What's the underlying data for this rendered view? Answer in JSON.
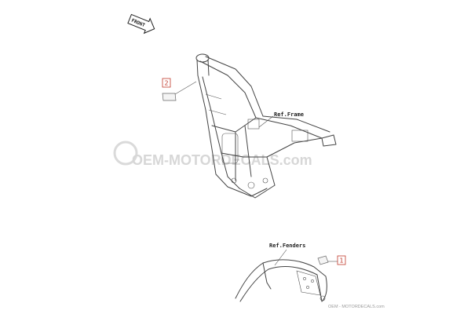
{
  "labels": {
    "front": "FRONT",
    "ref_frame": "Ref.Frame",
    "ref_fenders": "Ref.Fenders"
  },
  "callouts": {
    "item_1": "1",
    "item_2": "2"
  },
  "watermark": {
    "text": "OEM-MOTORDECALS.com",
    "footer": "OEM - MOTORDECALS.com"
  },
  "colors": {
    "callout_red": "#c0392b",
    "line": "#444444",
    "watermark": "#d7d7d7"
  }
}
